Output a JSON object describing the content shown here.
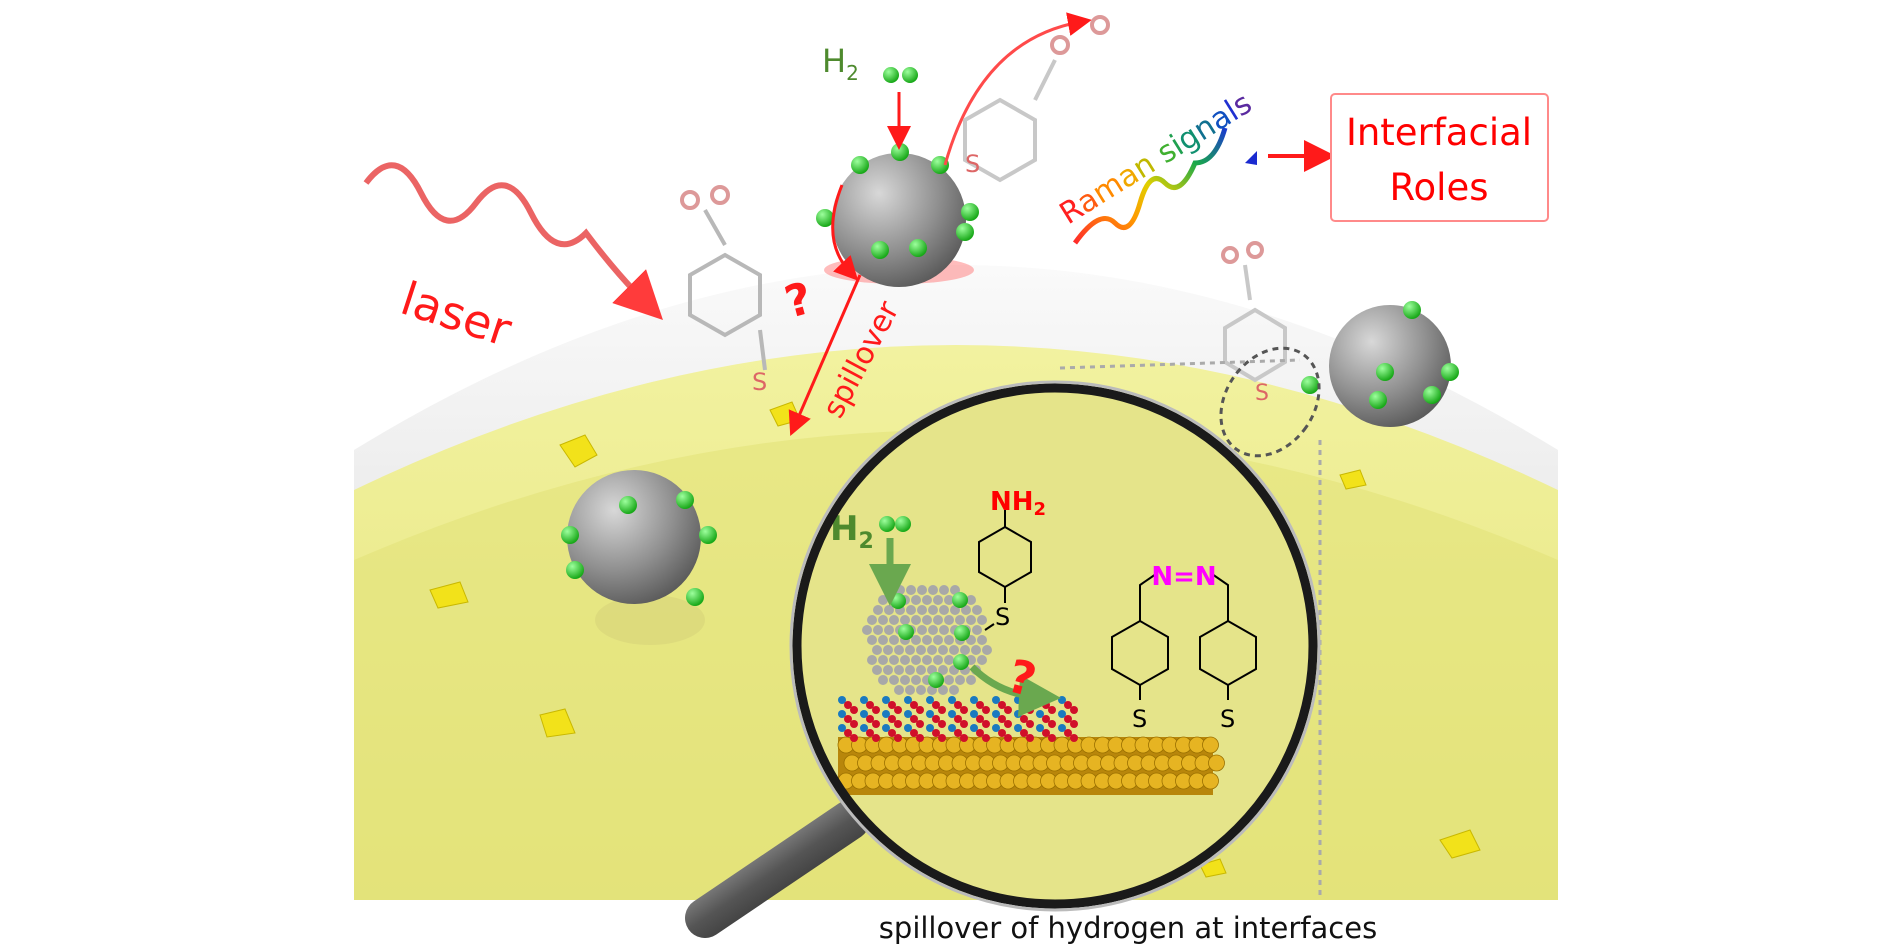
{
  "labels": {
    "laser": "laser",
    "h2_top": "H",
    "h2_top_sub": "2",
    "spillover": "spillover",
    "question": "?",
    "raman": [
      "R",
      "a",
      "m",
      "a",
      "n",
      " ",
      "s",
      "i",
      "g",
      "n",
      "a",
      "l",
      "s"
    ],
    "box_line1": "Interfacial",
    "box_line2": "Roles",
    "inset_h2": "H",
    "inset_h2_sub": "2",
    "inset_nh2": "NH",
    "inset_nh2_sub": "2",
    "inset_azo": "N=N",
    "inset_s1": "S",
    "inset_s2": "S",
    "inset_s3": "S",
    "inset_question": "?",
    "caption": "spillover of hydrogen at interfaces"
  },
  "colors": {
    "red": "#ff1a1a",
    "green": "#4e8a2e",
    "hydrogen": "#33cc33",
    "magenta": "#ff00ff",
    "liquid": "#e8e88a",
    "gold": "#d9a514",
    "raman_gradient": [
      "#ff2a2a",
      "#ff9900",
      "#e0d000",
      "#19a84a",
      "#1a5ad0",
      "#5a2aa0"
    ]
  }
}
